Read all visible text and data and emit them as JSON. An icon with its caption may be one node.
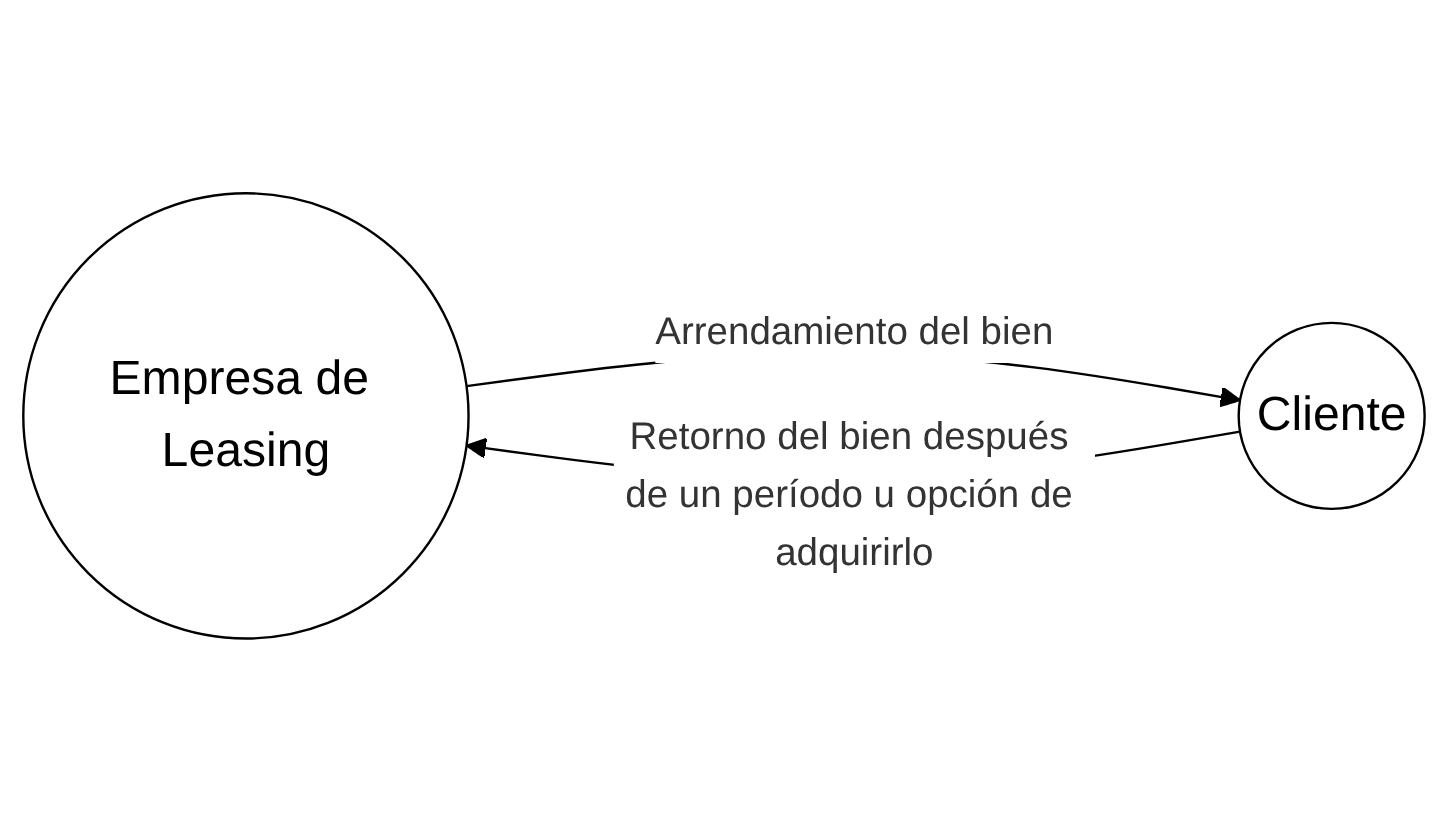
{
  "diagram": {
    "nodes": [
      {
        "text": [
          "Empresa de Leasing"
        ]
      },
      {
        "text": [
          "Cliente"
        ]
      }
    ],
    "edges": [
      {
        "from": 0,
        "to": 1,
        "arrow": "to",
        "label": "Arrendamiento del bien"
      },
      {
        "from": 1,
        "to": 0,
        "arrow": "to",
        "label": "Retorno del bien después de un período u opción de adquirirlo"
      }
    ]
  }
}
